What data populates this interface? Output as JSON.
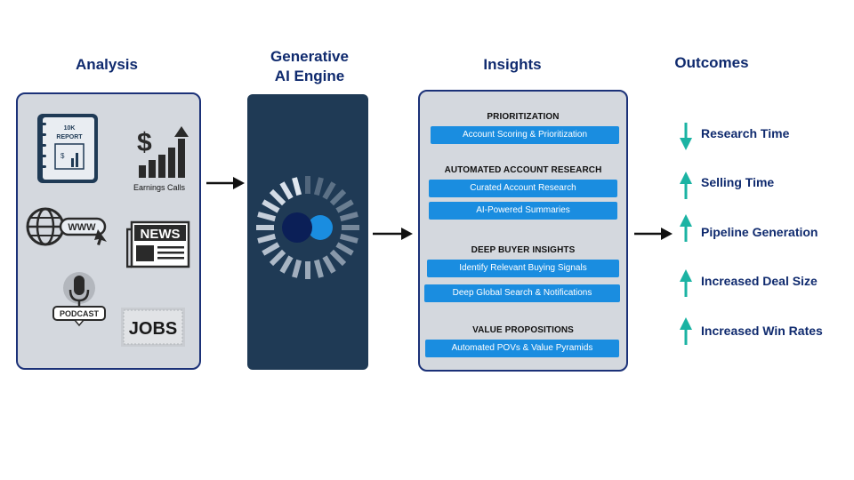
{
  "columns": {
    "analysis": "Analysis",
    "engine_line1": "Generative",
    "engine_line2": "AI Engine",
    "insights": "Insights",
    "outcomes": "Outcomes"
  },
  "analysis_sources": {
    "report_line1": "10K",
    "report_line2": "REPORT",
    "earnings": "Earnings Calls",
    "www": "WWW",
    "news": "NEWS",
    "podcast": "PODCAST",
    "jobs": "JOBS"
  },
  "insights": {
    "sections": [
      {
        "heading": "PRIORITIZATION",
        "items": [
          "Account Scoring & Prioritization"
        ]
      },
      {
        "heading": "AUTOMATED ACCOUNT RESEARCH",
        "items": [
          "Curated Account Research",
          "AI-Powered Summaries"
        ]
      },
      {
        "heading": "DEEP BUYER INSIGHTS",
        "items": [
          "Identify Relevant Buying Signals",
          "Deep Global Search & Notifications"
        ]
      },
      {
        "heading": "VALUE PROPOSITIONS",
        "items": [
          "Automated POVs & Value Pyramids"
        ]
      }
    ]
  },
  "outcomes": [
    {
      "label": "Research Time",
      "direction": "down"
    },
    {
      "label": "Selling Time",
      "direction": "up"
    },
    {
      "label": "Pipeline Generation",
      "direction": "up"
    },
    {
      "label": "Increased Deal Size",
      "direction": "up"
    },
    {
      "label": "Increased Win Rates",
      "direction": "up"
    }
  ],
  "colors": {
    "title": "#0f2a6e",
    "panel_border": "#1b3178",
    "panel_fill": "#d4d8de",
    "engine_fill": "#1f3a55",
    "pill": "#1a8de0",
    "outcome_arrow": "#1bb3a3"
  }
}
